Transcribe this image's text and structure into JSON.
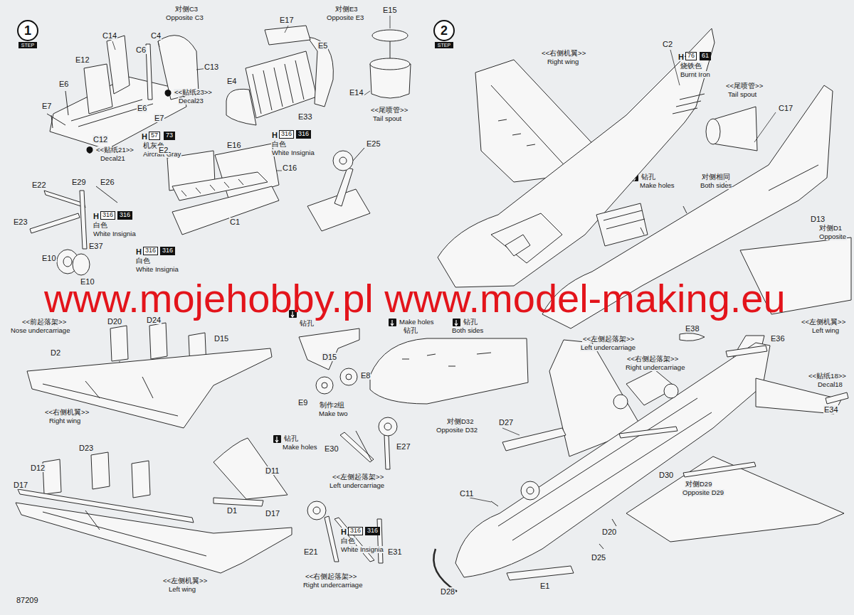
{
  "diagram": {
    "nodes": [
      {
        "text": [
          "1",
          "STEP"
        ]
      },
      {
        "text": [
          "2",
          "STEP"
        ]
      }
    ],
    "labels": [
      "对侧C3",
      "Opposite C3",
      "C14",
      "C4",
      "C6",
      "C13",
      "E12",
      "E6",
      "E7",
      "E6",
      "E7",
      "H",
      "57",
      "73",
      "机灰色",
      "Aircraft Gray",
      "<<贴纸23>>",
      "Decal23",
      "C12",
      "<<贴纸21>>",
      "Decal21",
      "E17",
      "对侧E3",
      "Opposite E3",
      "E5",
      "E4",
      "E33",
      "H",
      "316",
      "316",
      "白色",
      "White Insignia",
      "E15",
      "E14",
      "<<尾喷管>>",
      "Tail spout",
      "E25",
      "E2",
      "E16",
      "C16",
      "C1",
      "H",
      "316",
      "316",
      "白色",
      "White Insignia",
      "E22",
      "E29",
      "E26",
      "E23",
      "H",
      "316",
      "316",
      "白色",
      "White Insignia",
      "E37",
      "E10",
      "E10",
      "<<前起落架>>",
      "Nose undercarriage",
      "D20",
      "D24",
      "D15",
      "D2",
      "<<右侧机翼>>",
      "Right wing",
      "钻孔",
      "D15",
      "Make holes",
      "钻孔",
      "E9",
      "E8",
      "制作2组",
      "Make two",
      "D23",
      "D12",
      "D11",
      "D17",
      "D1",
      "<<左侧机翼>>",
      "Left wing",
      "钻孔",
      "Make holes",
      "D17",
      "E30",
      "E27",
      "<<左侧起落架>>",
      "Left undercarriage",
      "H",
      "316",
      "316",
      "白色",
      "White Insignia",
      "E21",
      "E31",
      "<<右侧起落架>>",
      "Right undercarriage",
      "87209",
      "C2",
      "H",
      "76",
      "61",
      "烧铁色",
      "Burnt Iron",
      "<<尾喷管>>",
      "Tail spout",
      "<<右侧机翼>>",
      "Right wing",
      "C17",
      "钻孔",
      "Make holes",
      "对侧相同",
      "Both sides",
      "D13",
      "对侧D1",
      "Opposite",
      "钻孔",
      "Both sides",
      "<<左侧机翼>>",
      "Left wing",
      "E38",
      "E36",
      "<<左侧起落架>>",
      "Left undercarriage",
      "<<右侧起落架>>",
      "Right undercarriage",
      "<<贴纸18>>",
      "Decal18",
      "E34",
      "对侧D32",
      "Opposite D32",
      "D27",
      "D30",
      "对侧D29",
      "Opposite D29",
      "C11",
      "D20",
      "D25",
      "E1",
      "D28",
      "www.mojehobby.pl www.model-making.eu"
    ]
  }
}
